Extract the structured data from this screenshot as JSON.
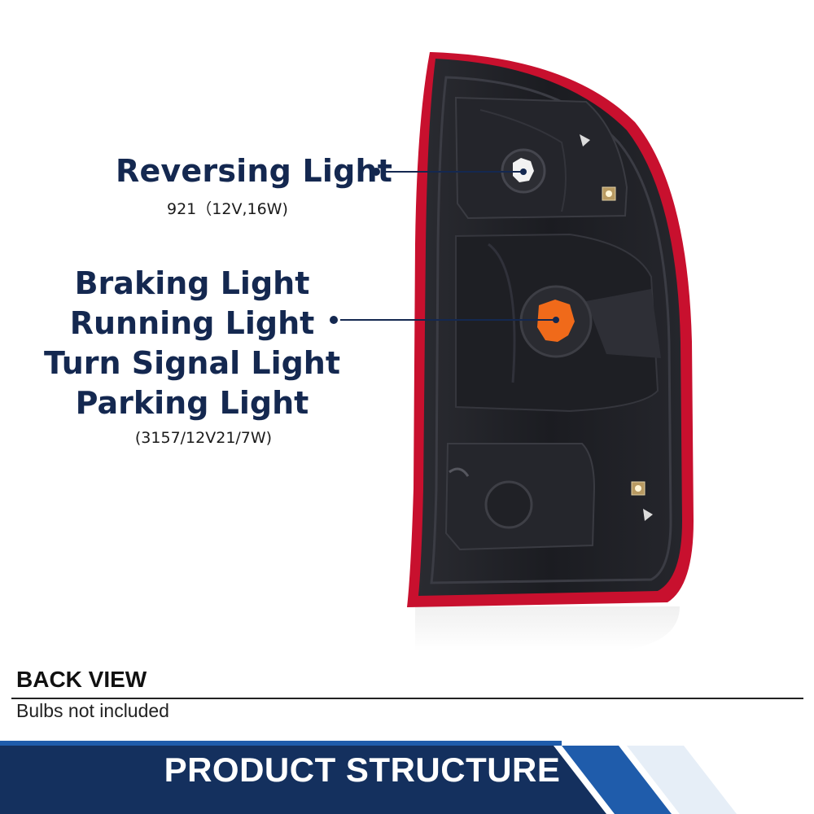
{
  "labels": {
    "reversing": {
      "title": "Reversing Light",
      "spec": "921（12V,16W)"
    },
    "brake_group": {
      "lines": [
        "Braking Light",
        "Running Light",
        "Turn Signal Light",
        "Parking Light"
      ],
      "spec": "(3157/12V21/7W)"
    }
  },
  "section": {
    "title": "BACK VIEW",
    "note": "Bulbs not included"
  },
  "banner": {
    "text": "PRODUCT STRUCTURE"
  },
  "colors": {
    "label_navy": "#142850",
    "lens_red": "#c8102e",
    "housing_dark": "#1c1d22",
    "socket_orange": "#f06a1a",
    "banner_navy": "#14305e",
    "banner_accent": "#1f5cab"
  }
}
